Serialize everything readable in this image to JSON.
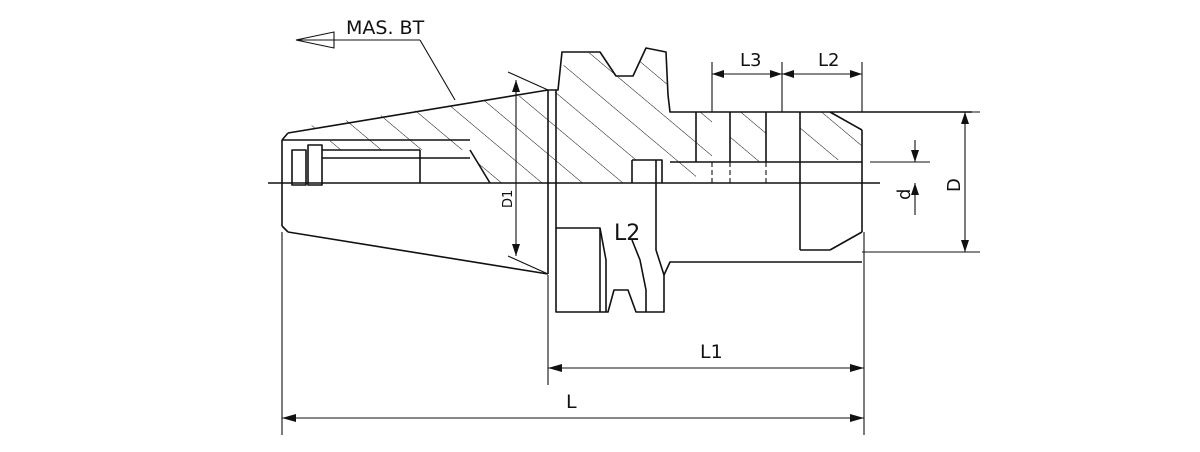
{
  "labels": {
    "taper": "MAS. BT",
    "l3": "L3",
    "l2_top": "L2",
    "l2_center": "L2",
    "d1": "D1",
    "d": "d",
    "D": "D",
    "l1": "L1",
    "L": "L"
  },
  "colors": {
    "line": "#111111",
    "background": "#ffffff"
  }
}
